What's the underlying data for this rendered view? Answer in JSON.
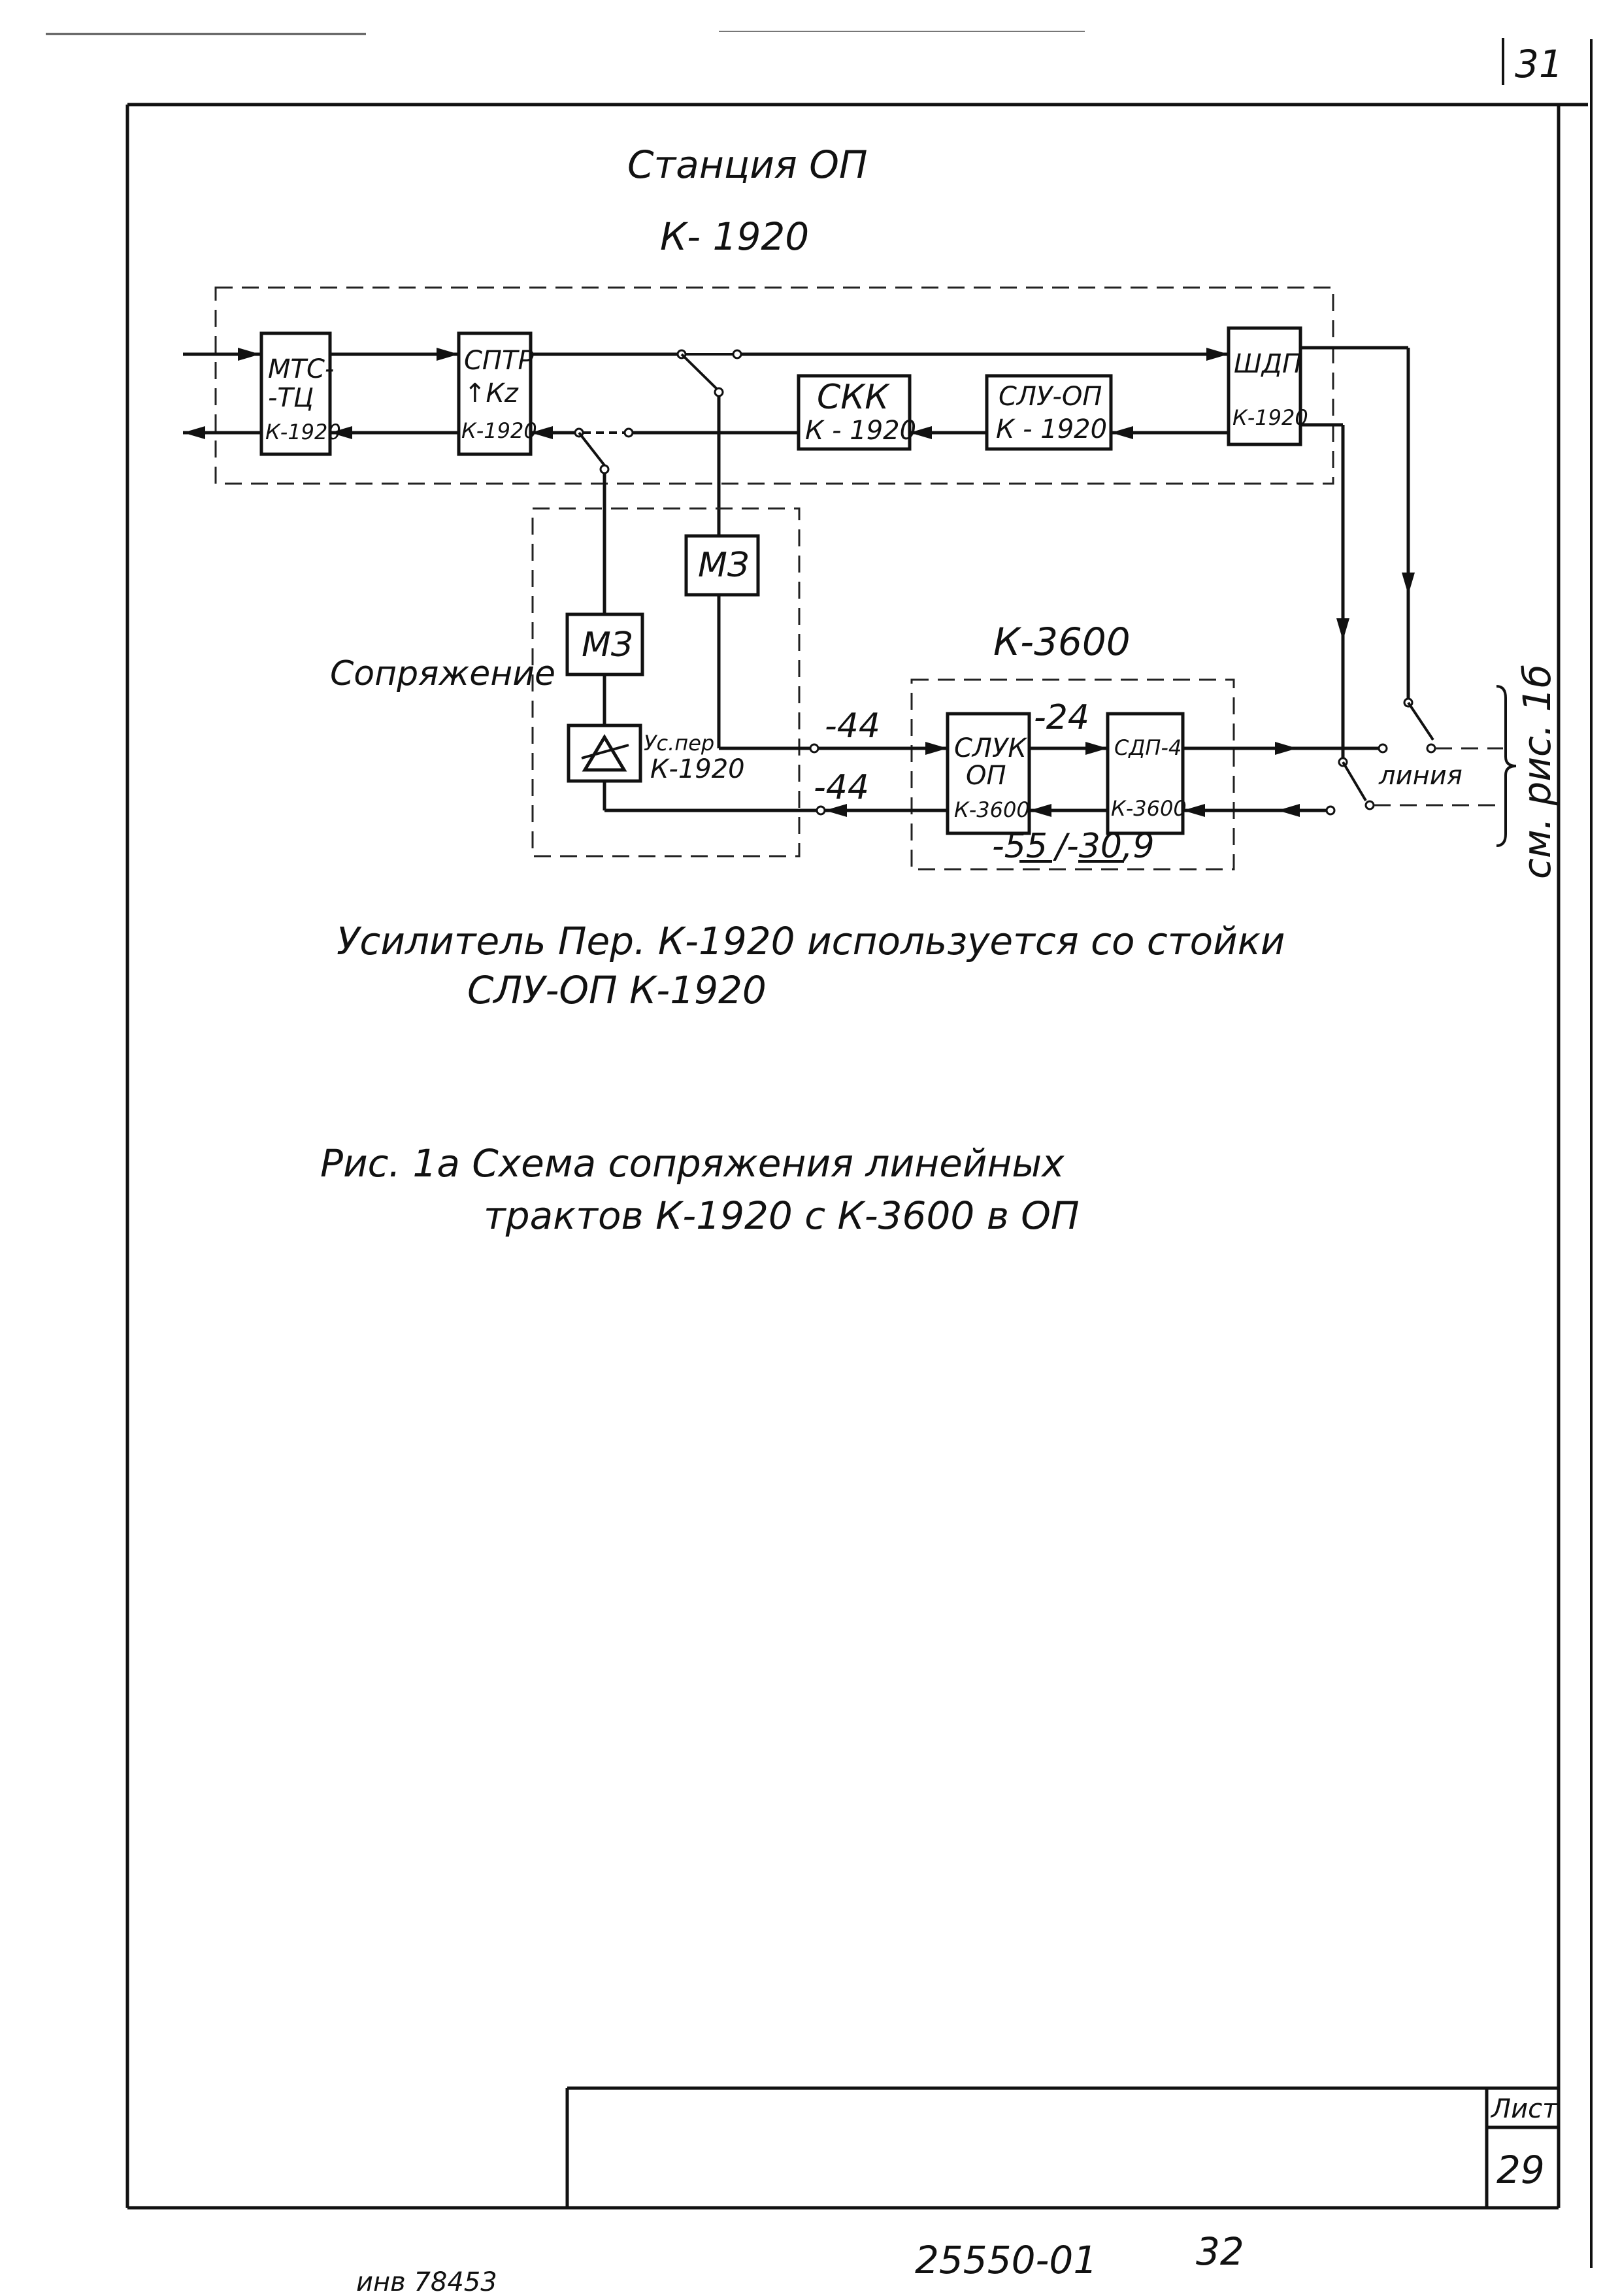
{
  "sheet": {
    "corner_number": "31",
    "station_title": "Станция ОП",
    "station_system": "К- 1920",
    "k3600_group_label": "К-3600",
    "interface_group_label": "Сопряжение",
    "line_label": "линия",
    "see_ref": "см. рис. 1б"
  },
  "blocks": {
    "mts_l1": "МТС-",
    "mts_l2": "-ТЦ",
    "mts_l3": "К-1920",
    "sptr_l1": "СПТР",
    "sptr_l2": "↑Кz",
    "sptr_l3": "К-1920",
    "skk_l1": "СКК",
    "skk_l2": "К - 1920",
    "sluop_l1": "СЛУ-ОП",
    "sluop_l2": "К - 1920",
    "shdp_l1": "ШДП",
    "shdp_l2": "К-1920",
    "mz_upper": "МЗ",
    "mz_lower": "МЗ",
    "amp_l1": "Ус.пер",
    "amp_l2": "К-1920",
    "sluk_l1": "СЛУК",
    "sluk_l2": "ОП",
    "sluk_l3": "К-3600",
    "sdp_l1": "СДП-4",
    "sdp_l2": "К-3600"
  },
  "levels": {
    "level_a": "-44",
    "level_b": "-44",
    "level_c": "-24",
    "level_d_1": "-55",
    "level_d_sep": "/",
    "level_d_2": "-30,9"
  },
  "notes": {
    "note_line1": "Усилитель Пер. К-1920 используется со стойки",
    "note_line2": "СЛУ-ОП   К-1920",
    "caption_line1": "Рис. 1а    Схема сопряжения линейных",
    "caption_line2": "трактов К-1920 с К-3600 в ОП"
  },
  "title_block": {
    "sheet_label": "Лист",
    "sheet_number": "29",
    "doc_number": "25550-01",
    "doc_page": "32",
    "stamp": "инв 78453"
  }
}
